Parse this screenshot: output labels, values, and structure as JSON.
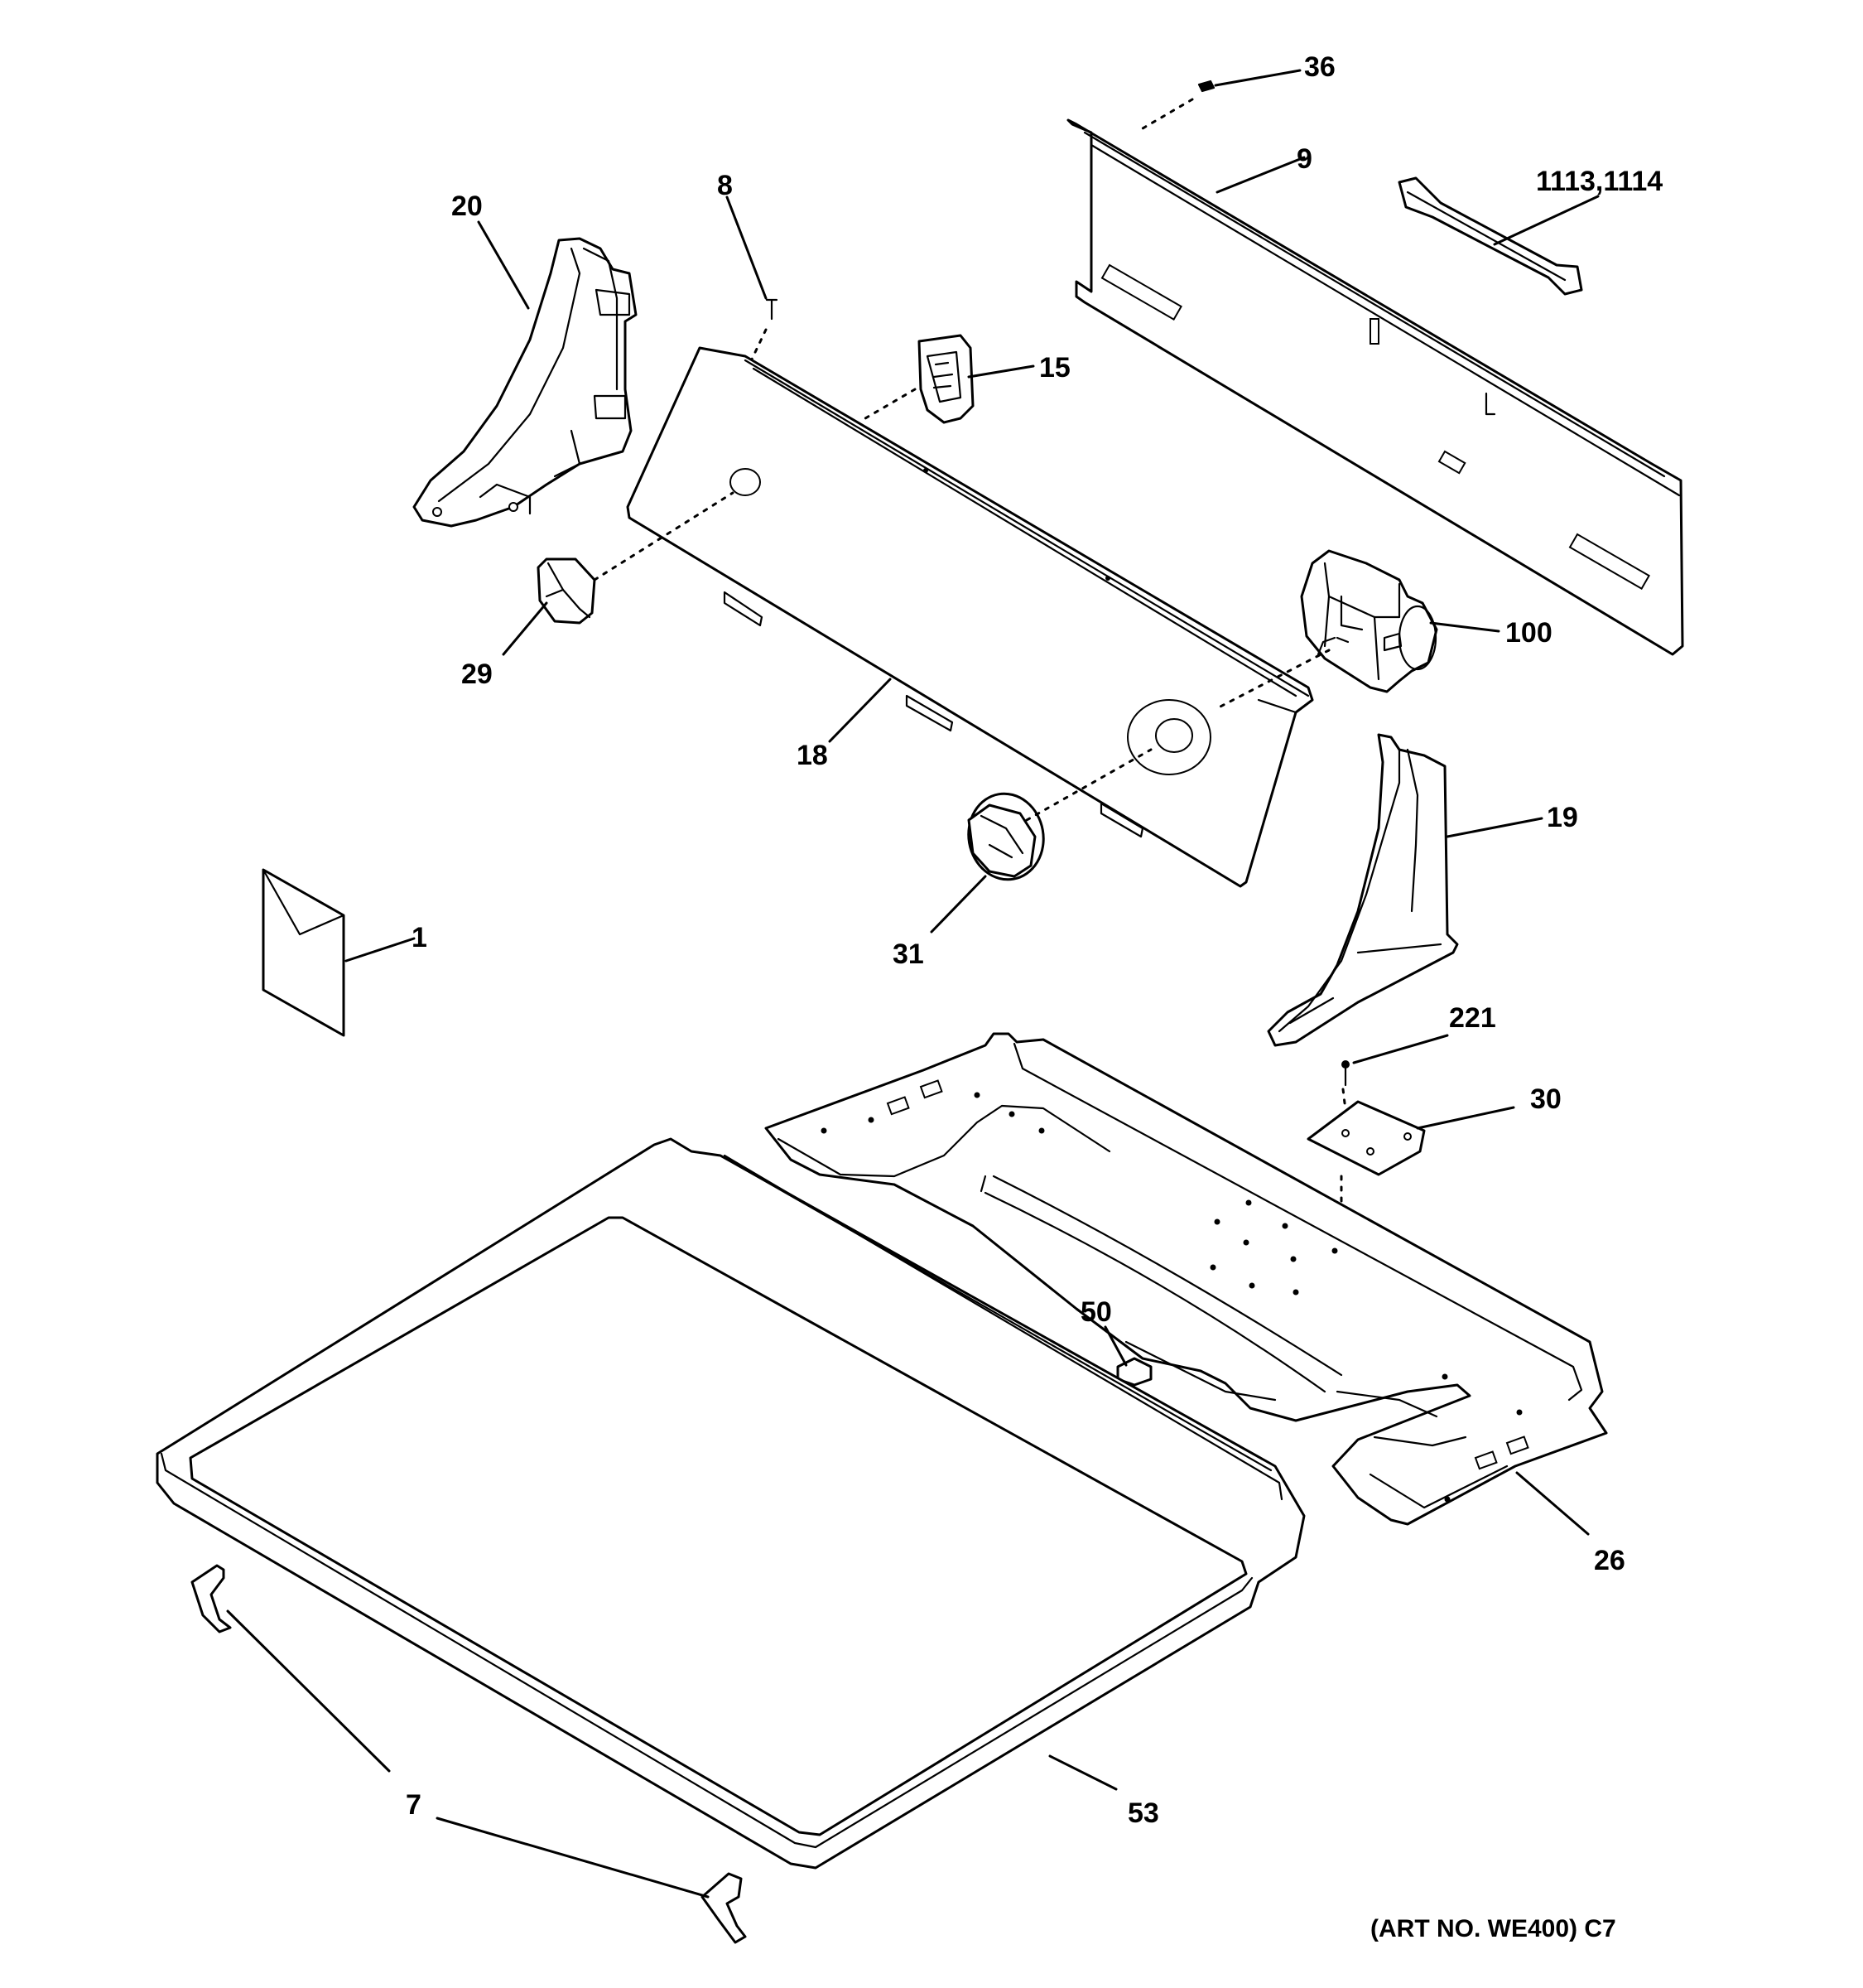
{
  "callouts": {
    "c1": "1",
    "c7": "7",
    "c8": "8",
    "c9": "9",
    "c15": "15",
    "c18": "18",
    "c19": "19",
    "c20": "20",
    "c26": "26",
    "c29": "29",
    "c30": "30",
    "c31": "31",
    "c36": "36",
    "c50": "50",
    "c53": "53",
    "c100": "100",
    "c221": "221",
    "c1113": "1113,1114"
  },
  "art_number": "(ART NO. WE400) C7"
}
